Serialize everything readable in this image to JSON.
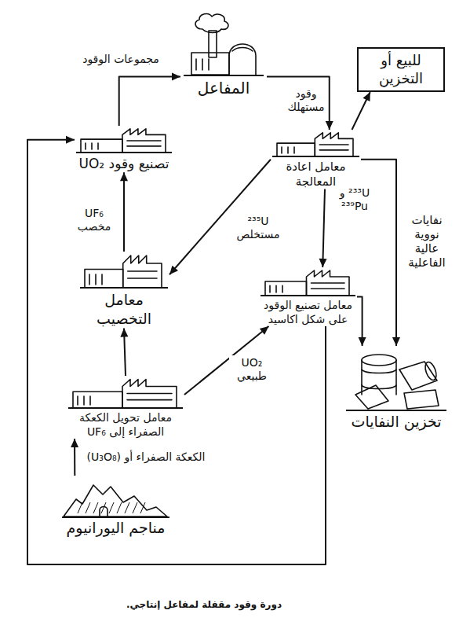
{
  "diagram": {
    "caption": "دورة وقود مقفلة لمفاعل إنتاجي.",
    "nodes": [
      {
        "text": [
          "المفاعل"
        ]
      },
      {
        "text": [
          "للبيع أو التخزين"
        ]
      },
      {
        "text": [
          "تصنيع وقود UO₂"
        ]
      },
      {
        "text": [
          "معامل اعادة المعالجة"
        ]
      },
      {
        "text": [
          "معامل التخصيب"
        ]
      },
      {
        "text": [
          "معامل تصنيع الوقود على شكل اكاسيد"
        ]
      },
      {
        "text": [
          "تخزين النفايات"
        ]
      },
      {
        "text": [
          "معامل تحويل الكعكة الصفراء إلى UF₆"
        ]
      },
      {
        "text": [
          "مناجم اليورانيوم"
        ]
      }
    ],
    "edges": [
      {
        "from": 2,
        "to": 0,
        "label": "مجموعات الوقود",
        "arrow": "to"
      },
      {
        "from": 0,
        "to": 3,
        "label": "وقود مستهلك",
        "arrow": "to"
      },
      {
        "from": 3,
        "to": 1,
        "arrow": "to"
      },
      {
        "from": 3,
        "to": 4,
        "label": "²³⁵U مستخلص",
        "arrow": "to"
      },
      {
        "from": 3,
        "to": 5,
        "label": "²³³U و ²³⁹Pu",
        "arrow": "to"
      },
      {
        "from": 3,
        "to": 6,
        "label": "نفايات نووية عالية الفاعلية",
        "arrow": "to"
      },
      {
        "from": 5,
        "to": 6,
        "arrow": "to"
      },
      {
        "from": 4,
        "to": 2,
        "label": "UF₆ مخصب",
        "arrow": "to"
      },
      {
        "from": 7,
        "to": 4,
        "arrow": "to"
      },
      {
        "from": 7,
        "to": 5,
        "label": "UO₂ طبيعي",
        "arrow": "to"
      },
      {
        "from": 8,
        "to": 7,
        "label": "الكعكة الصفراء أو (U₃O₈)",
        "arrow": "to"
      },
      {
        "from": 5,
        "to": 2,
        "arrow": "to"
      }
    ]
  }
}
